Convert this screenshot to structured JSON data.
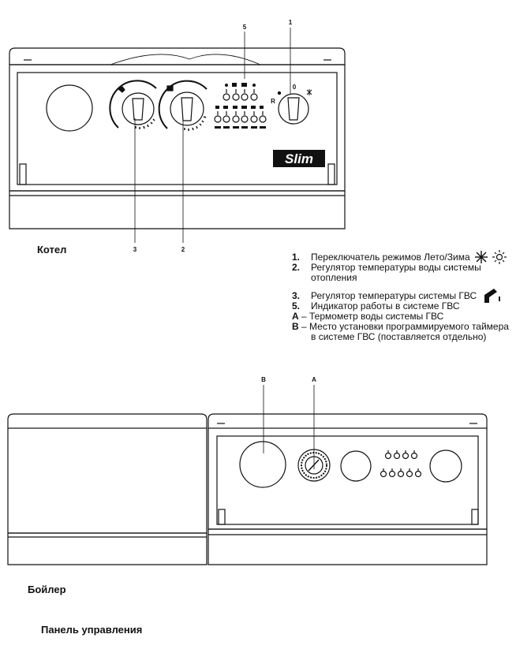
{
  "callouts": {
    "c1": "1",
    "c2": "2",
    "c3": "3",
    "c5": "5",
    "cA": "A",
    "cB": "B"
  },
  "dial_marks": {
    "zero": "0",
    "r": "R"
  },
  "logo": "Slim",
  "captions": {
    "boiler": "Котел",
    "water_heater": "Бойлер",
    "control_panel": "Панель управления"
  },
  "legend": {
    "i1_key": "1.",
    "i1_text": "Переключатель режимов Лето/Зима",
    "i2_key": "2.",
    "i2_text": "Регулятор температуры воды системы",
    "i2_text2": "отопления",
    "i3_key": "3.",
    "i3_text": "Регулятор температуры системы ГВС",
    "i5_key": "5.",
    "i5_text": "Индикатор работы в системе ГВС",
    "iA_key": "A",
    "iA_text": " – Термометр воды системы ГВС",
    "iB_key": "B",
    "iB_text": " – Место установки программируемого таймера",
    "iB_text2": "в системе ГВС (поставляется отдельно)"
  },
  "icons": [
    "snowflake-icon",
    "sun-icon",
    "tap-icon",
    "radiator-icon"
  ]
}
